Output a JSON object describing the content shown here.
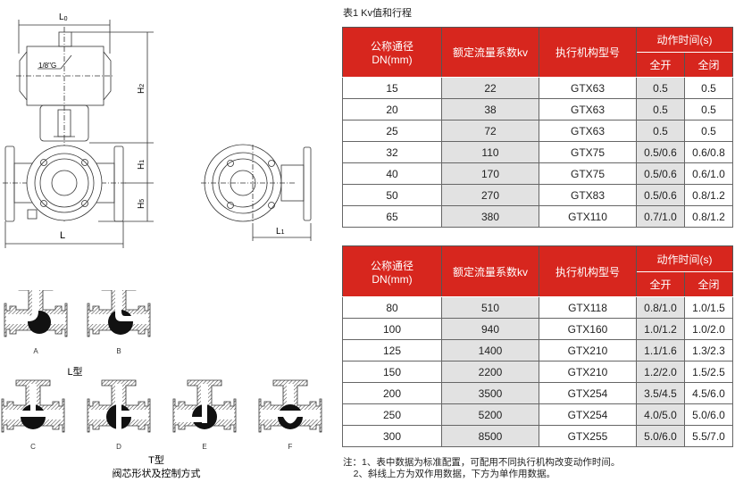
{
  "drawing": {
    "dims": {
      "L0": "L",
      "L0_sub": "0",
      "H2": "H",
      "H2_sub": "2",
      "H1": "H",
      "H1_sub": "1",
      "H5": "H",
      "H5_sub": "5",
      "L": "L",
      "L1": "L",
      "L1_sub": "1",
      "port": "1/8\"G"
    },
    "cores": {
      "L_type": [
        "A",
        "B"
      ],
      "L_label": "L型",
      "T_type": [
        "C",
        "D",
        "E",
        "F"
      ],
      "T_label": "T型",
      "caption": "阀芯形状及控制方式"
    }
  },
  "table_caption": "表1 Kv值和行程",
  "headers": {
    "dn": "公称通径",
    "dn_unit": "DN(mm)",
    "kv": "额定流量系数kv",
    "actuator": "执行机构型号",
    "time": "动作时间(s)",
    "open": "全开",
    "close": "全闭"
  },
  "table1": [
    [
      "15",
      "22",
      "GTX63",
      "0.5",
      "0.5"
    ],
    [
      "20",
      "38",
      "GTX63",
      "0.5",
      "0.5"
    ],
    [
      "25",
      "72",
      "GTX63",
      "0.5",
      "0.5"
    ],
    [
      "32",
      "110",
      "GTX75",
      "0.5/0.6",
      "0.6/0.8"
    ],
    [
      "40",
      "170",
      "GTX75",
      "0.5/0.6",
      "0.6/1.0"
    ],
    [
      "50",
      "270",
      "GTX83",
      "0.5/0.6",
      "0.8/1.2"
    ],
    [
      "65",
      "380",
      "GTX110",
      "0.7/1.0",
      "0.8/1.2"
    ]
  ],
  "table2": [
    [
      "80",
      "510",
      "GTX118",
      "0.8/1.0",
      "1.0/1.5"
    ],
    [
      "100",
      "940",
      "GTX160",
      "1.0/1.2",
      "1.0/2.0"
    ],
    [
      "125",
      "1400",
      "GTX210",
      "1.1/1.6",
      "1.3/2.3"
    ],
    [
      "150",
      "2200",
      "GTX210",
      "1.2/2.0",
      "1.5/2.5"
    ],
    [
      "200",
      "3500",
      "GTX254",
      "3.5/4.5",
      "4.5/6.0"
    ],
    [
      "250",
      "5200",
      "GTX254",
      "4.0/5.0",
      "5.0/6.0"
    ],
    [
      "300",
      "8500",
      "GTX255",
      "5.0/6.0",
      "5.5/7.0"
    ]
  ],
  "notes": [
    "注：1、表中数据为标准配置，可配用不同执行机构改变动作时间。",
    "    2、斜线上方为双作用数据，下方为单作用数据。"
  ],
  "colors": {
    "header_red": "#d7261e",
    "shade": "#e2e2e2"
  }
}
